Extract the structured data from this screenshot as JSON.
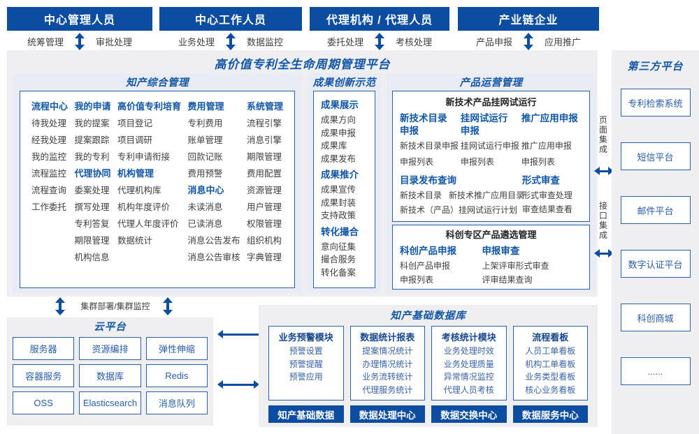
{
  "colors": {
    "primary_blue": "#0d4da1",
    "title_blue": "#1256a6",
    "module_title_navy": "#17478f",
    "item_blue": "#3a62a8",
    "panel_grey": "#efeff1",
    "section_lavender": "#e9ebf5",
    "box_border_blue": "#2e5fa8",
    "text_dark": "#3f3f3f"
  },
  "header_groups": [
    {
      "title": "中心管理人员",
      "left": "统筹管理",
      "right": "审批处理"
    },
    {
      "title": "中心工作人员",
      "left": "业务处理",
      "right": "数据监控"
    },
    {
      "title": "代理机构 / 代理人员",
      "left": "委托处理",
      "right": "考核处理"
    },
    {
      "title": "产业链企业",
      "left": "产品申报",
      "right": "应用推广"
    }
  ],
  "platform": {
    "title": "高价值专利全生命周期管理平台",
    "sections": {
      "ip": {
        "title": "知产综合管理",
        "columns": [
          {
            "groups": [
              {
                "title": "流程中心",
                "items": [
                  "待我处理",
                  "经我处理",
                  "我的监控",
                  "流程监控",
                  "流程查询",
                  "工作委托"
                ]
              }
            ]
          },
          {
            "groups": [
              {
                "title": "我的申请",
                "items": [
                  "我的提案",
                  "提案跟踪",
                  "我的专利"
                ]
              },
              {
                "title": "代理协同",
                "items": [
                  "委案处理",
                  "撰写处理",
                  "专利答复",
                  "期限管理",
                  "机构信息"
                ]
              }
            ]
          },
          {
            "groups": [
              {
                "title": "高价值专利培育",
                "items": [
                  "项目登记",
                  "项目调研",
                  "专利申请衔接"
                ]
              },
              {
                "title": "机构管理",
                "items": [
                  "代理机构库",
                  "机构年度评价",
                  "代理人年度评价",
                  "数据统计"
                ]
              }
            ]
          },
          {
            "groups": [
              {
                "title": "费用管理",
                "items": [
                  "专利费用",
                  "账单管理",
                  "回款记账",
                  "费用预警"
                ]
              },
              {
                "title": "消息中心",
                "items": [
                  "未读消息",
                  "已读消息",
                  "消息公告发布",
                  "消息公告审核"
                ]
              }
            ]
          },
          {
            "groups": [
              {
                "title": "系统管理",
                "items": [
                  "流程引擎",
                  "消息引擎",
                  "期限管理",
                  "费用配置",
                  "资源管理",
                  "用户管理",
                  "权限管理",
                  "组织机构",
                  "字典管理"
                ]
              }
            ]
          }
        ]
      },
      "ach": {
        "title": "成果创新示范",
        "groups": [
          {
            "title": "成果展示",
            "items": [
              "成果方向",
              "成果申报",
              "成果库",
              "成果发布"
            ]
          },
          {
            "title": "成果推介",
            "items": [
              "成果宣传",
              "成果封装",
              "支持政策"
            ]
          },
          {
            "title": "转化撮合",
            "items": [
              "意向征集",
              "撮合服务",
              "转化备案"
            ]
          }
        ]
      },
      "ops": {
        "title": "产品运营管理",
        "box1": {
          "title": "新技术产品挂网试运行",
          "columns": [
            {
              "t1": "新技术目录",
              "t2": "申报",
              "items": [
                "新技术目录申报",
                "申报列表"
              ]
            },
            {
              "t1": "挂网试运行",
              "t2": "申报",
              "items": [
                "挂网试运行申报",
                "申报列表"
              ]
            },
            {
              "t1": "推广应用申报",
              "t2": "",
              "items": [
                "推广应用申报",
                "申报列表"
              ]
            }
          ],
          "catalog": {
            "title": "目录发布查询",
            "row1a": "新技术目录",
            "row1b": "新技术推广应用目录",
            "row2": "新技术（产品）挂网试运行计划"
          },
          "review": {
            "title": "形式审查",
            "items": [
              "形式审查处理",
              "审查结果查看"
            ]
          }
        },
        "box2": {
          "title": "科创专区产品遴选管理",
          "cols": [
            {
              "title": "科创产品申报",
              "items": [
                "科创产品申报",
                "申报列表"
              ]
            },
            {
              "title": "申报审查",
              "items": [
                "上架评审形式审查",
                "评审结果查询"
              ]
            }
          ]
        }
      }
    }
  },
  "cluster_label": "集群部署/集群监控",
  "cloud": {
    "title": "云平台",
    "items": [
      "服务器",
      "资源编排",
      "弹性伸缩",
      "容器服务",
      "数据库",
      "Redis",
      "OSS",
      "Elasticsearch",
      "消息队列"
    ]
  },
  "db": {
    "title": "知产基础数据库",
    "modules": [
      {
        "title": "业务预警模块",
        "items": [
          "预警设置",
          "预警提醒",
          "预警应用"
        ],
        "footer": "知产基础数据"
      },
      {
        "title": "数据统计报表",
        "items": [
          "提案情况统计",
          "办理情况统计",
          "业务流转统计",
          "代理服务统计"
        ],
        "footer": "数据处理中心"
      },
      {
        "title": "考核统计模块",
        "items": [
          "业务处理时效",
          "业务处理质量",
          "异常情况监控",
          "代理人员考核"
        ],
        "footer": "数据交换中心"
      },
      {
        "title": "流程看板",
        "items": [
          "人员工单看板",
          "机构工单看板",
          "业务类型看板",
          "核心业务看板"
        ],
        "footer": "数据服务中心"
      }
    ]
  },
  "third_party": {
    "title": "第三方平台",
    "items": [
      "专利检索系统",
      "短信平台",
      "邮件平台",
      "数字认证平台",
      "科创商城",
      "......"
    ]
  },
  "integration": {
    "page_label": "页面集成",
    "api_label": "接口集成"
  }
}
